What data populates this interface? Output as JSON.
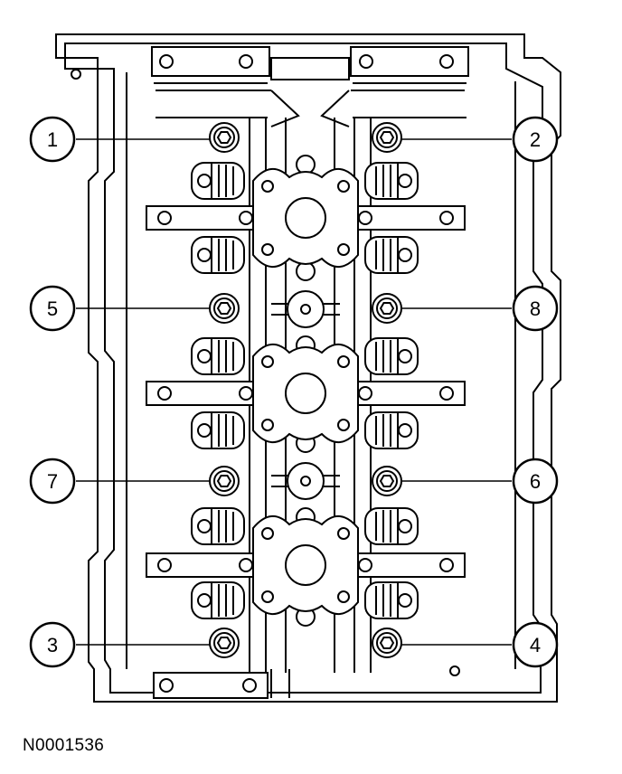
{
  "figure_id": "N0001536",
  "callouts": [
    {
      "label": "1"
    },
    {
      "label": "2"
    },
    {
      "label": "5"
    },
    {
      "label": "8"
    },
    {
      "label": "7"
    },
    {
      "label": "6"
    },
    {
      "label": "3"
    },
    {
      "label": "4"
    }
  ]
}
